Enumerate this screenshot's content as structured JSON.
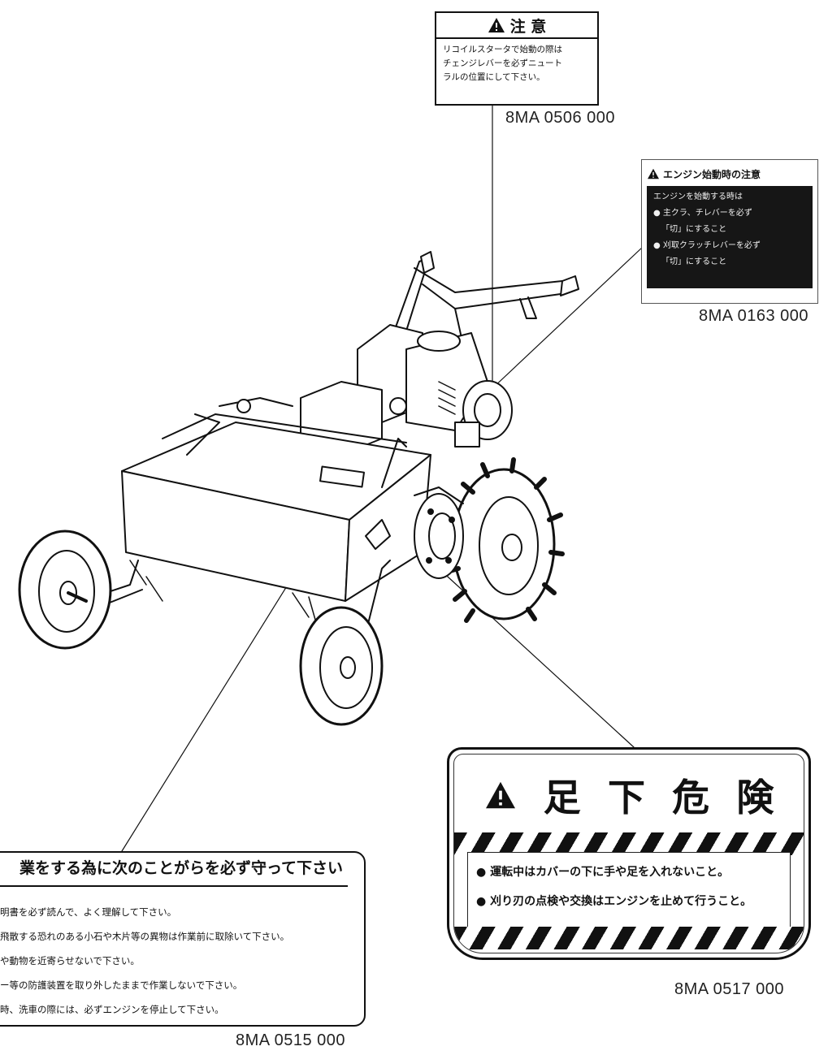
{
  "caution_label": {
    "title": "注 意",
    "lines": [
      "リコイルスタータで始動の際は",
      "チェンジレバーを必ずニュート",
      "ラルの位置にして下さい。"
    ],
    "part_number": "8MA 0506 000"
  },
  "engine_label": {
    "title": "エンジン始動時の注意",
    "lines": [
      "エンジンを始動する時は",
      "● 主クラ、チレバーを必ず",
      "「切」にすること",
      "● 刈取クラッチレバーを必ず",
      "「切」にすること"
    ],
    "part_number": "8MA 0163 000"
  },
  "danger_label": {
    "title_chars": [
      "足",
      "下",
      "危",
      "険"
    ],
    "items": [
      "● 運転中はカバーの下に手や足を入れないこと。",
      "● 刈り刃の点検や交換はエンジンを止めて行うこと。"
    ],
    "part_number": "8MA 0517 000"
  },
  "safety_label": {
    "title": "業をする為に次のことがらを必ず守って下さい",
    "items": [
      "明書を必ず読んで、よく理解して下さい。",
      "飛散する恐れのある小石や木片等の異物は作業前に取除いて下さい。",
      "や動物を近寄らせないで下さい。",
      "ー等の防護装置を取り外したままで作業しないで下さい。",
      "時、洗車の際には、必ずエンジンを停止して下さい。"
    ],
    "part_number": "8MA 0515 000"
  }
}
